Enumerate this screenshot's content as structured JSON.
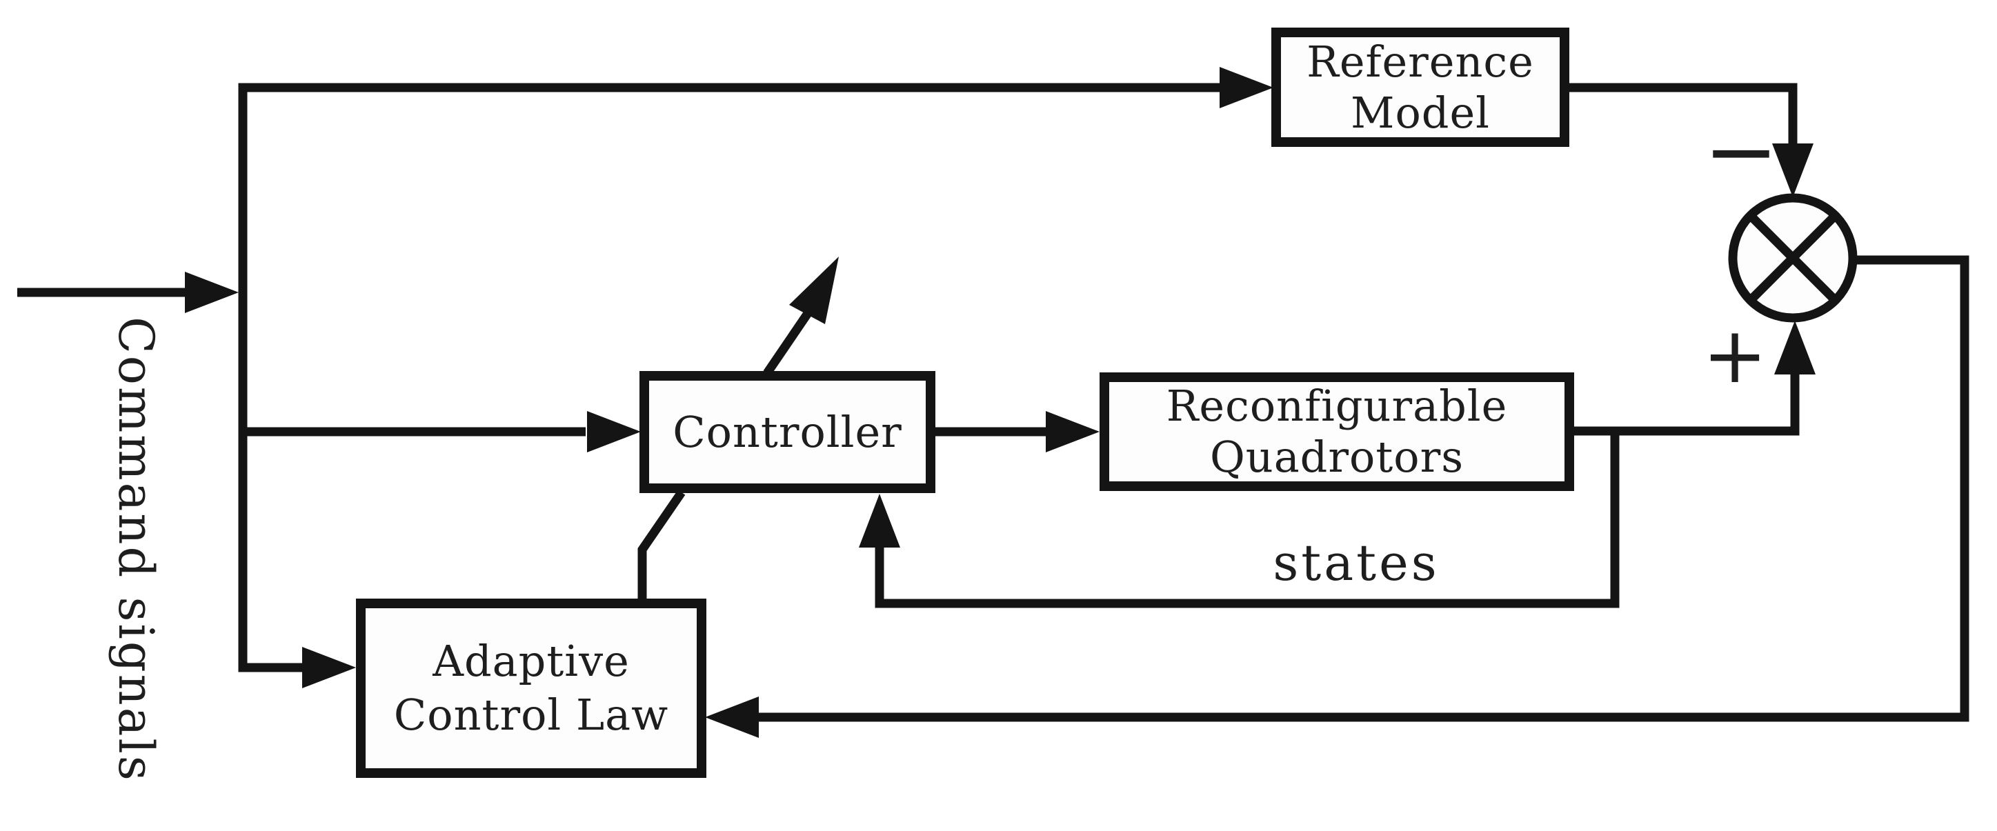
{
  "figure": {
    "type": "control-system-block-diagram",
    "background_color": "#ffffff",
    "line_color": "#141414",
    "text_color": "#1e1e1e"
  },
  "nodes": {
    "reference_model": {
      "line1": "Reference",
      "line2": "Model"
    },
    "controller": {
      "label": "Controller"
    },
    "reconfigurable_quadrotors": {
      "line1": "Reconfigurable",
      "line2": "Quadrotors"
    },
    "adaptive_control_law": {
      "line1": "Adaptive",
      "line2": "Control Law"
    }
  },
  "summing_junction": {
    "minus_sign": "−",
    "plus_sign": "+"
  },
  "annotations": {
    "command_signals": "Command signals",
    "states": "states"
  }
}
